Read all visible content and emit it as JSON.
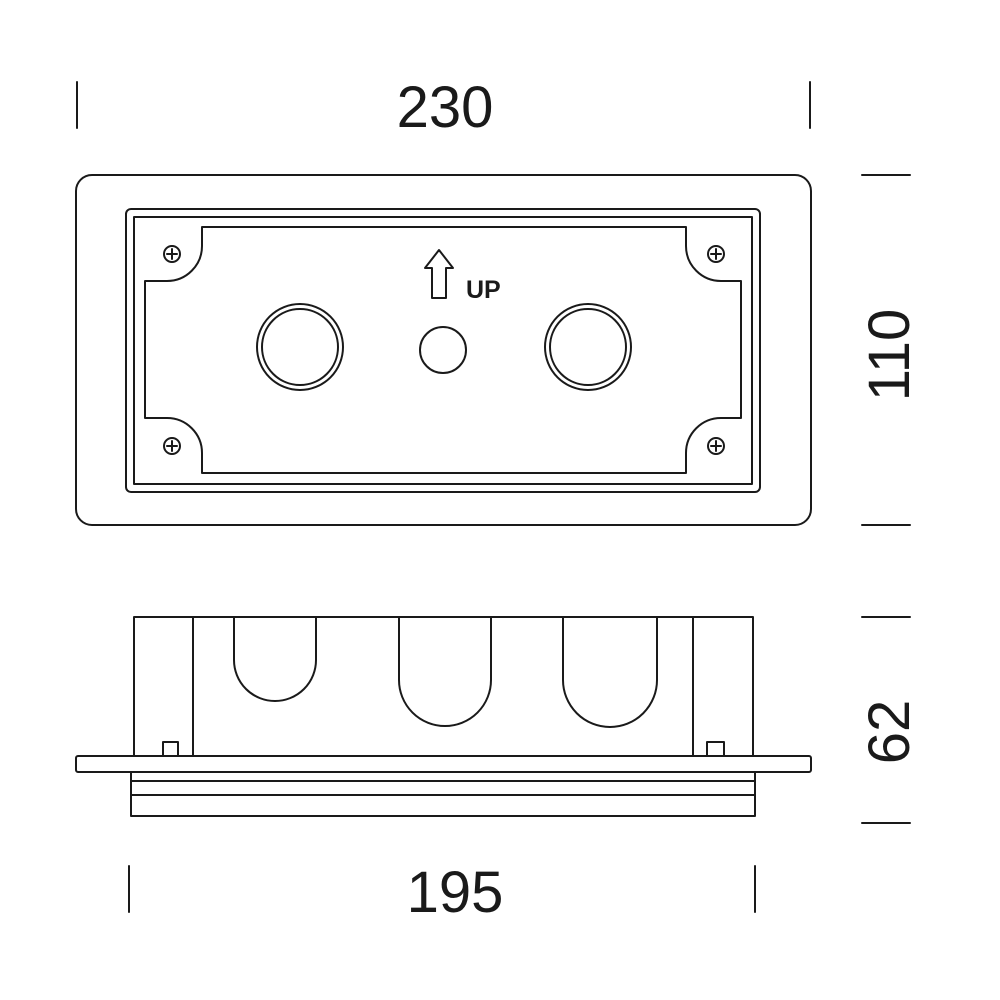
{
  "dimensions": {
    "top_width": "230",
    "height": "110",
    "depth": "62",
    "bottom_width": "195"
  },
  "markings": {
    "up_label": "UP"
  },
  "colors": {
    "line": "#1a1a1a",
    "background": "#ffffff"
  }
}
